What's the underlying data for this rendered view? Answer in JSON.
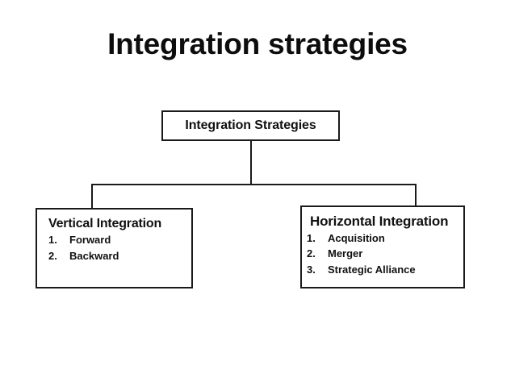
{
  "slide": {
    "title": "Integration strategies",
    "background_color": "#ffffff",
    "line_color": "#1a1a1a",
    "text_color": "#111111"
  },
  "diagram": {
    "type": "tree",
    "root": {
      "label": "Integration Strategies"
    },
    "children": [
      {
        "heading": "Vertical Integration",
        "items": [
          {
            "number": "1.",
            "label": "Forward"
          },
          {
            "number": "2.",
            "label": "Backward"
          }
        ]
      },
      {
        "heading": "Horizontal Integration",
        "items": [
          {
            "number": "1.",
            "label": "Acquisition"
          },
          {
            "number": "2.",
            "label": "Merger"
          },
          {
            "number": "3.",
            "label": "Strategic Alliance"
          }
        ]
      }
    ]
  }
}
